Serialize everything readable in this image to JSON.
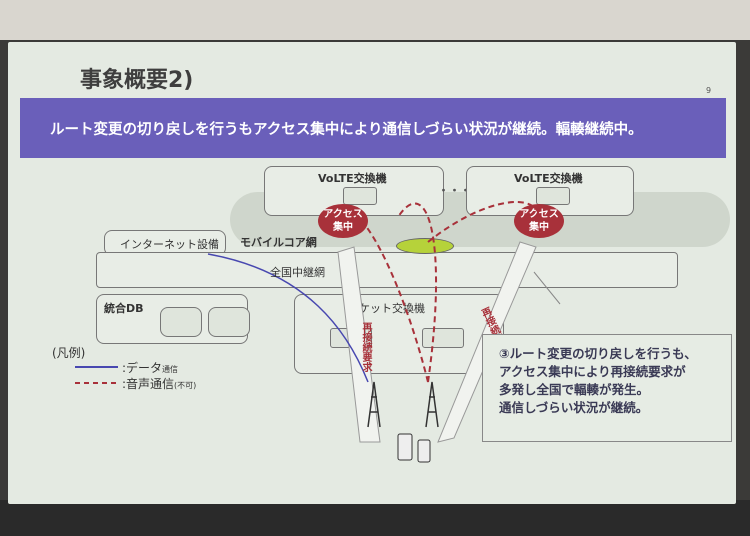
{
  "slide": {
    "title": "事象概要2)",
    "page_number": "9",
    "headline": "ルート変更の切り戻しを行うもアクセス集中により通信しづらい状況が継続。輻輳継続中。"
  },
  "diagram": {
    "volte_left": "VoLTE交換機",
    "volte_right": "VoLTE交換機",
    "ellipsis": "・・・",
    "access_left": [
      "アクセス",
      "集中"
    ],
    "access_right": [
      "アクセス",
      "集中"
    ],
    "mobile_core": "モバイルコア網",
    "internet": "インターネット設備",
    "relay": "全国中継網",
    "db": "統合DB",
    "packet": "パケット交換機",
    "reconnect_left": "再接続要求",
    "reconnect_right": "再接続要求"
  },
  "legend": {
    "title": "(凡例)",
    "data": ":データ",
    "data_suffix": "通信",
    "voice": ":音声通信",
    "voice_suffix": "(不可)"
  },
  "note": {
    "lines": [
      "③ルート変更の切り戻しを行うも、",
      "アクセス集中により再接続要求が",
      "多発し全国で輻輳が発生。",
      "通信しづらい状況が継続。"
    ]
  },
  "colors": {
    "band": "#6a5fba",
    "access": "#a8313a",
    "data_line": "#4848b0",
    "voice_line": "#a8313a"
  }
}
